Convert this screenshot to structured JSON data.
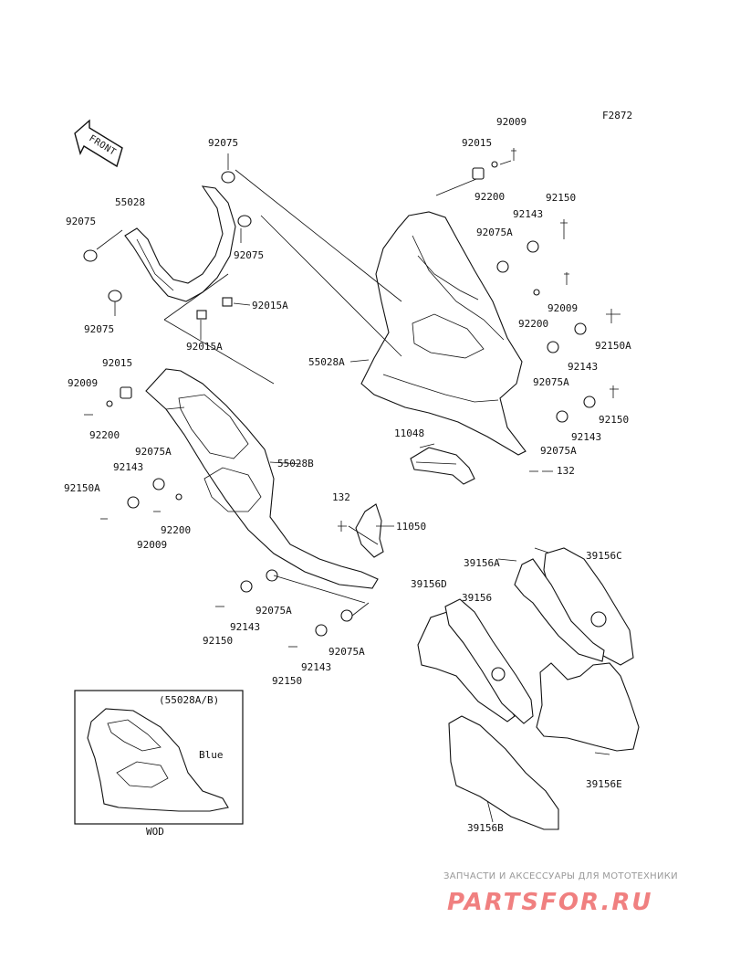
{
  "diagram": {
    "figure_code": "F2872",
    "front_arrow": "FRONT",
    "inset_caption": "(55028A/B)",
    "inset_color": "Blue",
    "inset_note": "WOD",
    "labels": {
      "p92009_top": "92009",
      "p92015_top": "92015",
      "p92200_top": "92200",
      "p92150_top": "92150",
      "p92143_top": "92143",
      "p92075A_top": "92075A",
      "p92009_mid": "92009",
      "p92200_mid": "92200",
      "p92150A_r": "92150A",
      "p92143_r": "92143",
      "p92075A_r": "92075A",
      "p92150_r": "92150",
      "p92143_r2": "92143",
      "p92075A_r2": "92075A",
      "p11048": "11048",
      "p132_r": "132",
      "p92075_tl": "92075",
      "p55028": "55028",
      "p92075_l": "92075",
      "p92075_c": "92075",
      "p92015A_a": "92015A",
      "p92075_bl": "92075",
      "p92015A_b": "92015A",
      "p55028A": "55028A",
      "p92015_l": "92015",
      "p92009_l": "92009",
      "p92200_l": "92200",
      "p92075A_l": "92075A",
      "p92143_l": "92143",
      "p92150A_l": "92150A",
      "p55028B": "55028B",
      "p92200_l2": "92200",
      "p92009_l2": "92009",
      "p132_c": "132",
      "p11050": "11050",
      "p92075A_b1": "92075A",
      "p92143_b1": "92143",
      "p92150_b1": "92150",
      "p92075A_b2": "92075A",
      "p92143_b2": "92143",
      "p92150_b2": "92150",
      "p39156A": "39156A",
      "p39156C": "39156C",
      "p39156D": "39156D",
      "p39156": "39156",
      "p39156E": "39156E",
      "p39156B": "39156B"
    }
  },
  "watermark": {
    "tagline": "ЗАПЧАСТИ И АКСЕССУАРЫ ДЛЯ МОТОТЕХНИКИ",
    "brand": "PARTSFOR.RU"
  }
}
